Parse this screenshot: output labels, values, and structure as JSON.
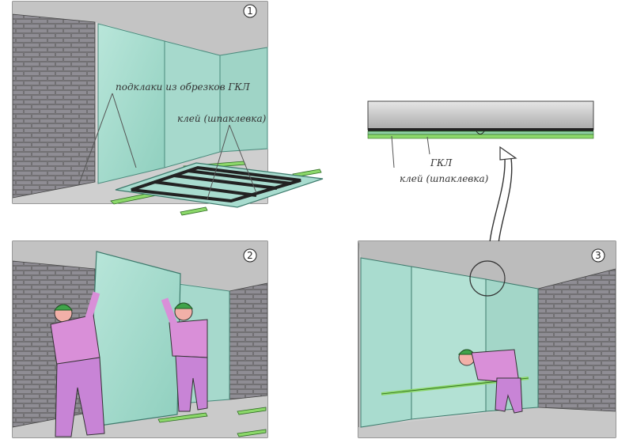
{
  "step_numbers": [
    "1",
    "2",
    "3"
  ],
  "panel1": {
    "label_scraps": "подклаки из обрезков ГКЛ",
    "label_glue": "клей (шпаклевка)"
  },
  "detail": {
    "label_gkl": "ГКЛ",
    "label_glue": "клей (шпаклевка)"
  },
  "colors": {
    "panel_mint": "#a8dccf",
    "brick": "#9c9aa0",
    "ceiling": "#bdbdbd",
    "worker_shirt": "#d98fd8",
    "worker_hair": "#3fa34a",
    "batten_green": "#8cd86a"
  }
}
